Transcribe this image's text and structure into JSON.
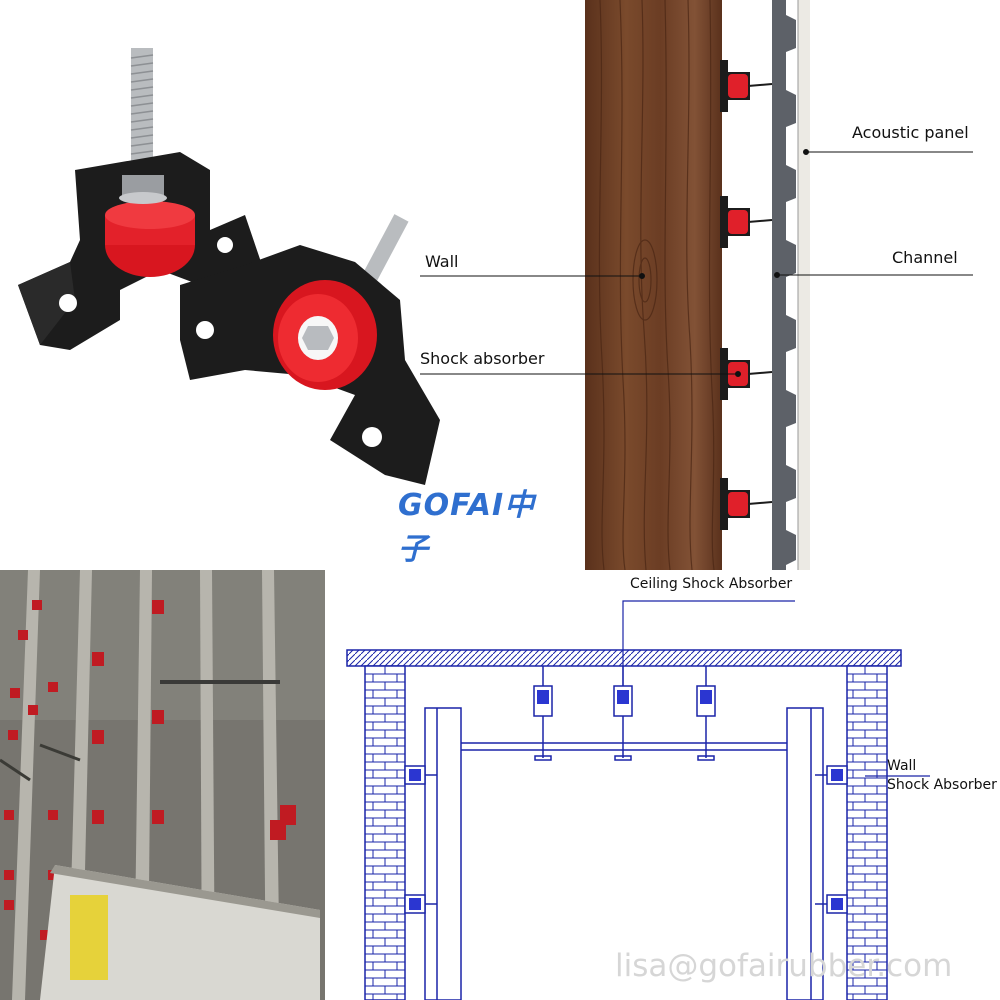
{
  "product": {
    "brand_text": "GOFAI中子",
    "icons": [
      "spring-hanger-icon",
      "spring-hanger-icon"
    ]
  },
  "wall_diagram": {
    "labels": {
      "acoustic_panel": "Acoustic panel",
      "wall": "Wall",
      "channel": "Channel",
      "shock_absorber": "Shock absorber"
    },
    "colors": {
      "wood": "#6b3d24",
      "channel": "#5d6168",
      "absorber": "#e0202a"
    }
  },
  "site_photo": {
    "description_icon": "installation-photo-icon"
  },
  "section_drawing": {
    "labels": {
      "ceiling_shock_absorber": "Ceiling Shock Absorber",
      "wall": "Wall",
      "wall_shock_absorber": "Shock Absorber"
    },
    "colors": {
      "line": "#1a24a8",
      "fill": "#2b36d1"
    }
  },
  "footer": {
    "email": "lisa@gofairubber.com"
  }
}
